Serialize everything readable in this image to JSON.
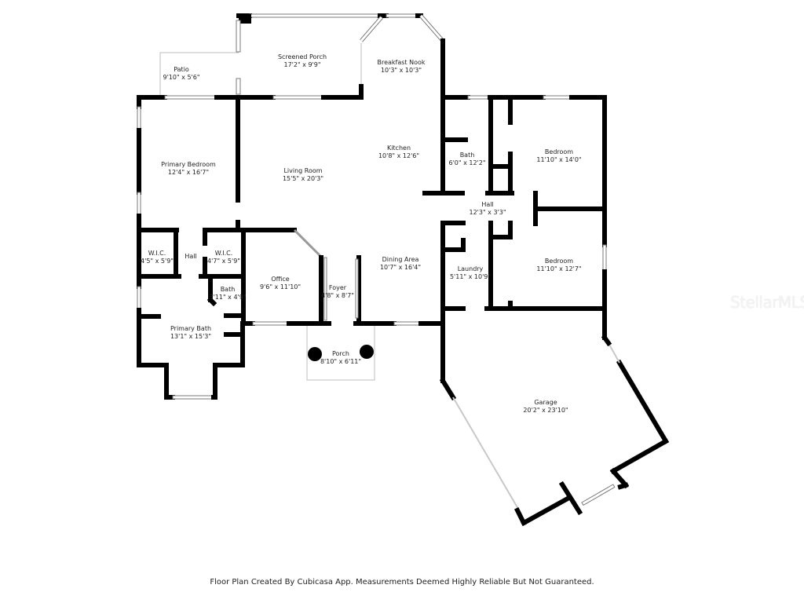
{
  "rooms": [
    {
      "id": "patio",
      "name": "Patio",
      "dims": "9'10\" x 5'6\""
    },
    {
      "id": "screened-porch",
      "name": "Screened Porch",
      "dims": "17'2\" x 9'9\""
    },
    {
      "id": "breakfast-nook",
      "name": "Breakfast Nook",
      "dims": "10'3\" x 10'3\""
    },
    {
      "id": "primary-bedroom",
      "name": "Primary Bedroom",
      "dims": "12'4\" x 16'7\""
    },
    {
      "id": "living-room",
      "name": "Living Room",
      "dims": "15'5\" x 20'3\""
    },
    {
      "id": "kitchen",
      "name": "Kitchen",
      "dims": "10'8\" x 12'6\""
    },
    {
      "id": "bath-east",
      "name": "Bath",
      "dims": "6'0\" x 12'2\""
    },
    {
      "id": "bedroom-1",
      "name": "Bedroom",
      "dims": "11'10\" x 14'0\""
    },
    {
      "id": "hall-east",
      "name": "Hall",
      "dims": "12'3\" x 3'3\""
    },
    {
      "id": "wic-1",
      "name": "W.I.C.",
      "dims": "4'5\" x 5'9\""
    },
    {
      "id": "hall-west",
      "name": "Hall",
      "dims": ""
    },
    {
      "id": "wic-2",
      "name": "W.I.C.",
      "dims": "4'7\" x 5'9\""
    },
    {
      "id": "office",
      "name": "Office",
      "dims": "9'6\" x 11'10\""
    },
    {
      "id": "bath-west",
      "name": "Bath",
      "dims": "3'11\" x 4'9\""
    },
    {
      "id": "foyer",
      "name": "Foyer",
      "dims": "4'8\" x 8'7\""
    },
    {
      "id": "dining-area",
      "name": "Dining Area",
      "dims": "10'7\" x 16'4\""
    },
    {
      "id": "laundry",
      "name": "Laundry",
      "dims": "5'11\" x 10'9\""
    },
    {
      "id": "bedroom-2",
      "name": "Bedroom",
      "dims": "11'10\" x 12'7\""
    },
    {
      "id": "primary-bath",
      "name": "Primary Bath",
      "dims": "13'1\" x 15'3\""
    },
    {
      "id": "porch",
      "name": "Porch",
      "dims": "8'10\" x 6'11\""
    },
    {
      "id": "garage",
      "name": "Garage",
      "dims": "20'2\" x 23'10\""
    }
  ],
  "watermark": "StellarMLS",
  "footer": "Floor Plan Created By Cubicasa App. Measurements Deemed Highly Reliable But Not Guaranteed.",
  "colors": {
    "wall": "#000000",
    "background": "#ffffff",
    "outline": "#bdbdbd"
  }
}
